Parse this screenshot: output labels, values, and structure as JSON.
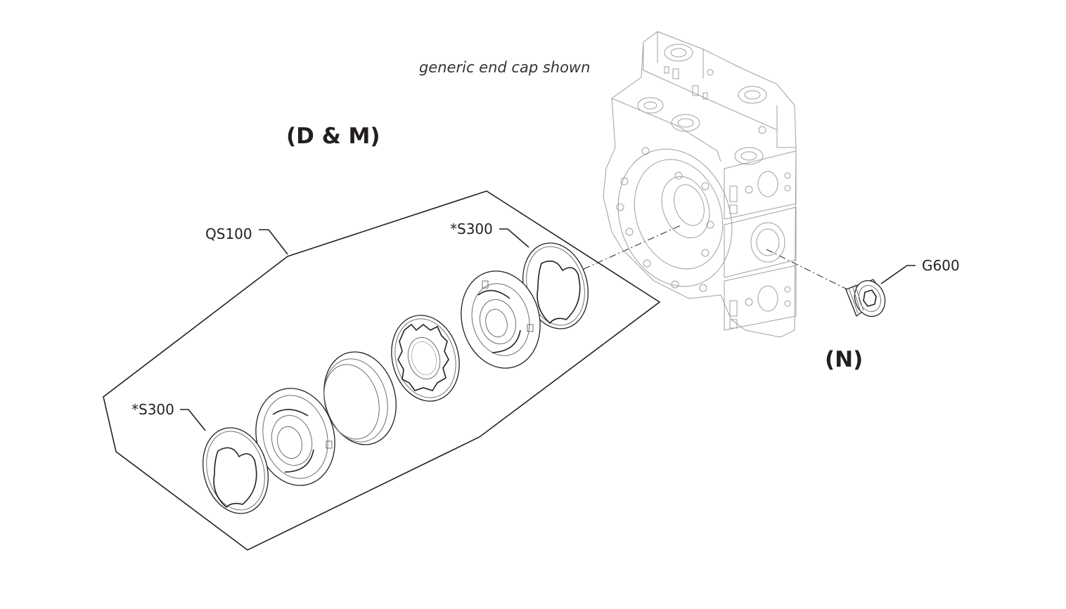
{
  "diagram": {
    "note": "generic end cap shown",
    "variants": {
      "dm": "(D & M)",
      "n": "(N)"
    },
    "labels": {
      "qs100": "QS100",
      "s300_top": "*S300",
      "s300_bottom": "*S300",
      "g600": "G600"
    },
    "colors": {
      "line": "#231f20",
      "housing_line": "#9d9fa2"
    }
  }
}
